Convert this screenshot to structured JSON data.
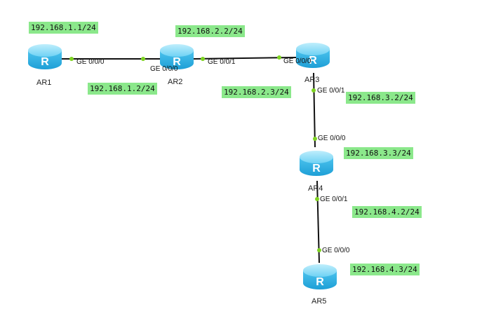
{
  "routers": [
    {
      "id": "ar1",
      "label": "AR1"
    },
    {
      "id": "ar2",
      "label": "AR2"
    },
    {
      "id": "ar3",
      "label": "AR3"
    },
    {
      "id": "ar4",
      "label": "AR4"
    },
    {
      "id": "ar5",
      "label": "AR5"
    }
  ],
  "ip_labels": [
    "192.168.1.1/24",
    "192.168.1.2/24",
    "192.168.2.2/24",
    "192.168.2.3/24",
    "192.168.3.2/24",
    "192.168.3.3/24",
    "192.168.4.2/24",
    "192.168.4.3/24"
  ],
  "port_labels": [
    "GE 0/0/0",
    "GE 0/0/0",
    "GE 0/0/1",
    "GE 0/0/0",
    "GE 0/0/1",
    "GE 0/0/0",
    "GE 0/0/1",
    "GE 0/0/0"
  ],
  "colors": {
    "ip_label_bg": "#8be88b",
    "link": "#111111",
    "port_dot": "#7ed321",
    "router_body": "#3fb8ea"
  },
  "icons": {
    "router": "router-icon"
  }
}
